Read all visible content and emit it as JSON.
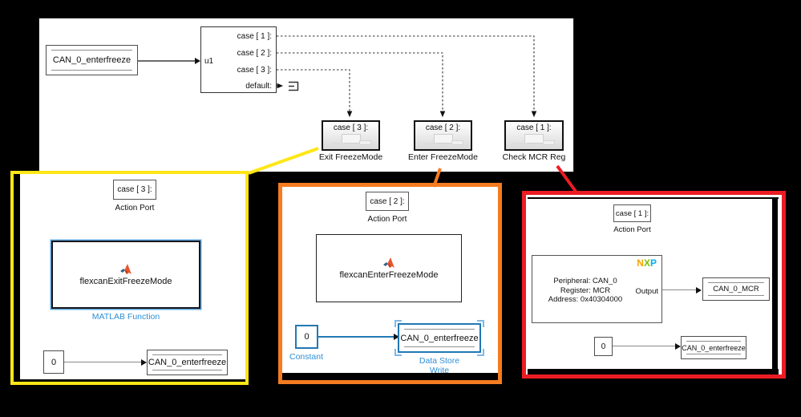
{
  "colors": {
    "highlight_yellow": "#FFE617",
    "highlight_orange": "#F47B20",
    "highlight_red": "#EC1C24",
    "selection_blue": "#2E8FD5",
    "wire_blue": "#2278B5",
    "nxp_orange": "#F6A500",
    "nxp_green": "#7CC200",
    "nxp_blue": "#00AEEF",
    "matlab_orange": "#E8552A"
  },
  "main_canvas": {
    "data_store_read": {
      "label": "CAN_0_enterfreeze"
    },
    "switch_case": {
      "input_label": "u1",
      "ports": [
        "case [ 1 ]:",
        "case [ 2 ]:",
        "case [ 3 ]:",
        "default:"
      ]
    },
    "subsystems": [
      {
        "port": "case [ 3 ]:",
        "name": "Exit FreezeMode"
      },
      {
        "port": "case [ 2 ]:",
        "name": "Enter FreezeMode"
      },
      {
        "port": "case [ 1 ]:",
        "name": "Check MCR Reg"
      }
    ]
  },
  "panels": {
    "yellow": {
      "case_label": "case [ 3 ]:",
      "action_port_label": "Action Port",
      "function_name": "flexcanExitFreezeMode",
      "function_label": "MATLAB Function",
      "constant_value": "0",
      "dsw_label": "CAN_0_enterfreeze"
    },
    "orange": {
      "case_label": "case [ 2 ]:",
      "action_port_label": "Action Port",
      "function_name": "flexcanEnterFreezeMode",
      "constant_value": "0",
      "constant_label": "Constant",
      "dsw_label": "CAN_0_enterfreeze",
      "dsw_name_line1": "Data Store",
      "dsw_name_line2": "Write"
    },
    "red": {
      "case_label": "case [ 1 ]:",
      "action_port_label": "Action Port",
      "register_block": {
        "brand": [
          "N",
          "X",
          "P"
        ],
        "line1": "Peripheral: CAN_0",
        "line2": "Register: MCR",
        "line3": "Address: 0x40304000",
        "output_label": "Output"
      },
      "mcr_label": "CAN_0_MCR",
      "constant_value": "0",
      "dsw_label": "CAN_0_enterfreeze"
    }
  }
}
